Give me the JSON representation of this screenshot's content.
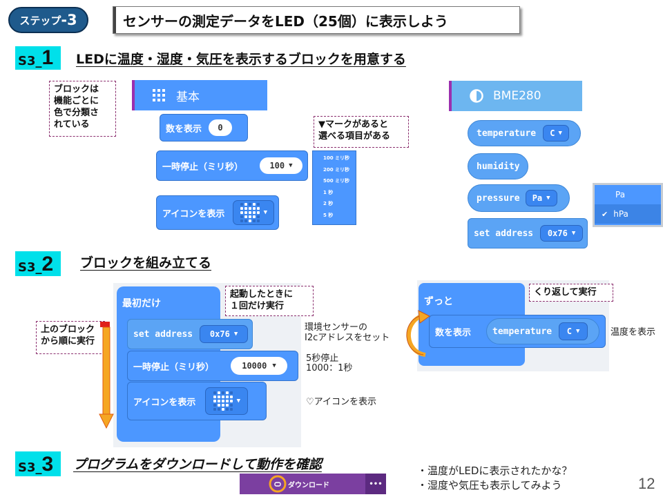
{
  "header": {
    "step_prefix": "ステップ",
    "step_number": "-3",
    "title": "センサーの測定データをLED（25個）に表示しよう"
  },
  "section1": {
    "label_prefix": "S3_",
    "label_number": "1",
    "heading": "LEDに温度・湿度・気圧を表示するブロックを用意する",
    "note_category": [
      "ブロックは",
      "機能ごとに",
      "色で分類さ",
      "れている"
    ],
    "note_dropdown": [
      "▼マークがあると",
      "選べる項目がある"
    ],
    "basic": {
      "category_label": "基本",
      "show_number_label": "数を表示",
      "show_number_value": "0",
      "pause_label": "一時停止（ミリ秒）",
      "pause_value": "100",
      "show_icon_label": "アイコンを表示",
      "pause_options": [
        "100 ミリ秒",
        "200 ミリ秒",
        "500 ミリ秒",
        "1 秒",
        "2 秒",
        "5 秒"
      ]
    },
    "bme": {
      "category_label": "BME280",
      "temperature_label": "temperature",
      "temperature_unit": "C",
      "humidity_label": "humidity",
      "pressure_label": "pressure",
      "pressure_unit": "Pa",
      "set_address_label": "set address",
      "address_value": "0x76",
      "pressure_options": [
        "Pa",
        "hPa"
      ]
    }
  },
  "section2": {
    "label_prefix": "S3_",
    "label_number": "2",
    "heading": "ブロックを組み立てる",
    "note_start": [
      "起動したときに",
      "１回だけ実行"
    ],
    "note_order": [
      "上のブロック",
      "から順に実行"
    ],
    "note_forever": "くり返して実行",
    "on_start_label": "最初だけ",
    "set_address_label": "set address",
    "address_value": "0x76",
    "pause_label": "一時停止（ミリ秒）",
    "pause_value": "10000",
    "show_icon_label": "アイコンを表示",
    "forever_label": "ずっと",
    "show_number_label": "数を表示",
    "temperature_label": "temperature",
    "temperature_unit": "C",
    "comment_address": [
      "環境センサーの",
      "I2cアドレスをセット"
    ],
    "comment_pause": [
      "5秒停止",
      "1000：1秒"
    ],
    "comment_icon": "♡アイコンを表示",
    "comment_temp": "温度を表示"
  },
  "section3": {
    "label_prefix": "S3_",
    "label_number": "3",
    "heading": "プログラムをダウンロードして動作を確認",
    "download_label": "ダウンロード",
    "more_label": "•••",
    "checks": [
      "・温度がLEDに表示されたかな？",
      "・湿度や気圧も表示してみよう"
    ]
  },
  "page_number": "12",
  "colors": {
    "block_blue": "#4c97ff",
    "section_label": "#00e0ea",
    "download_purple": "#7b3fa0",
    "arrow_orange": "#f5a623"
  },
  "icons": {
    "grid": "grid-icon",
    "bme": "half-circle-icon",
    "check": "check-icon",
    "dropdown": "triangle-down-icon"
  }
}
